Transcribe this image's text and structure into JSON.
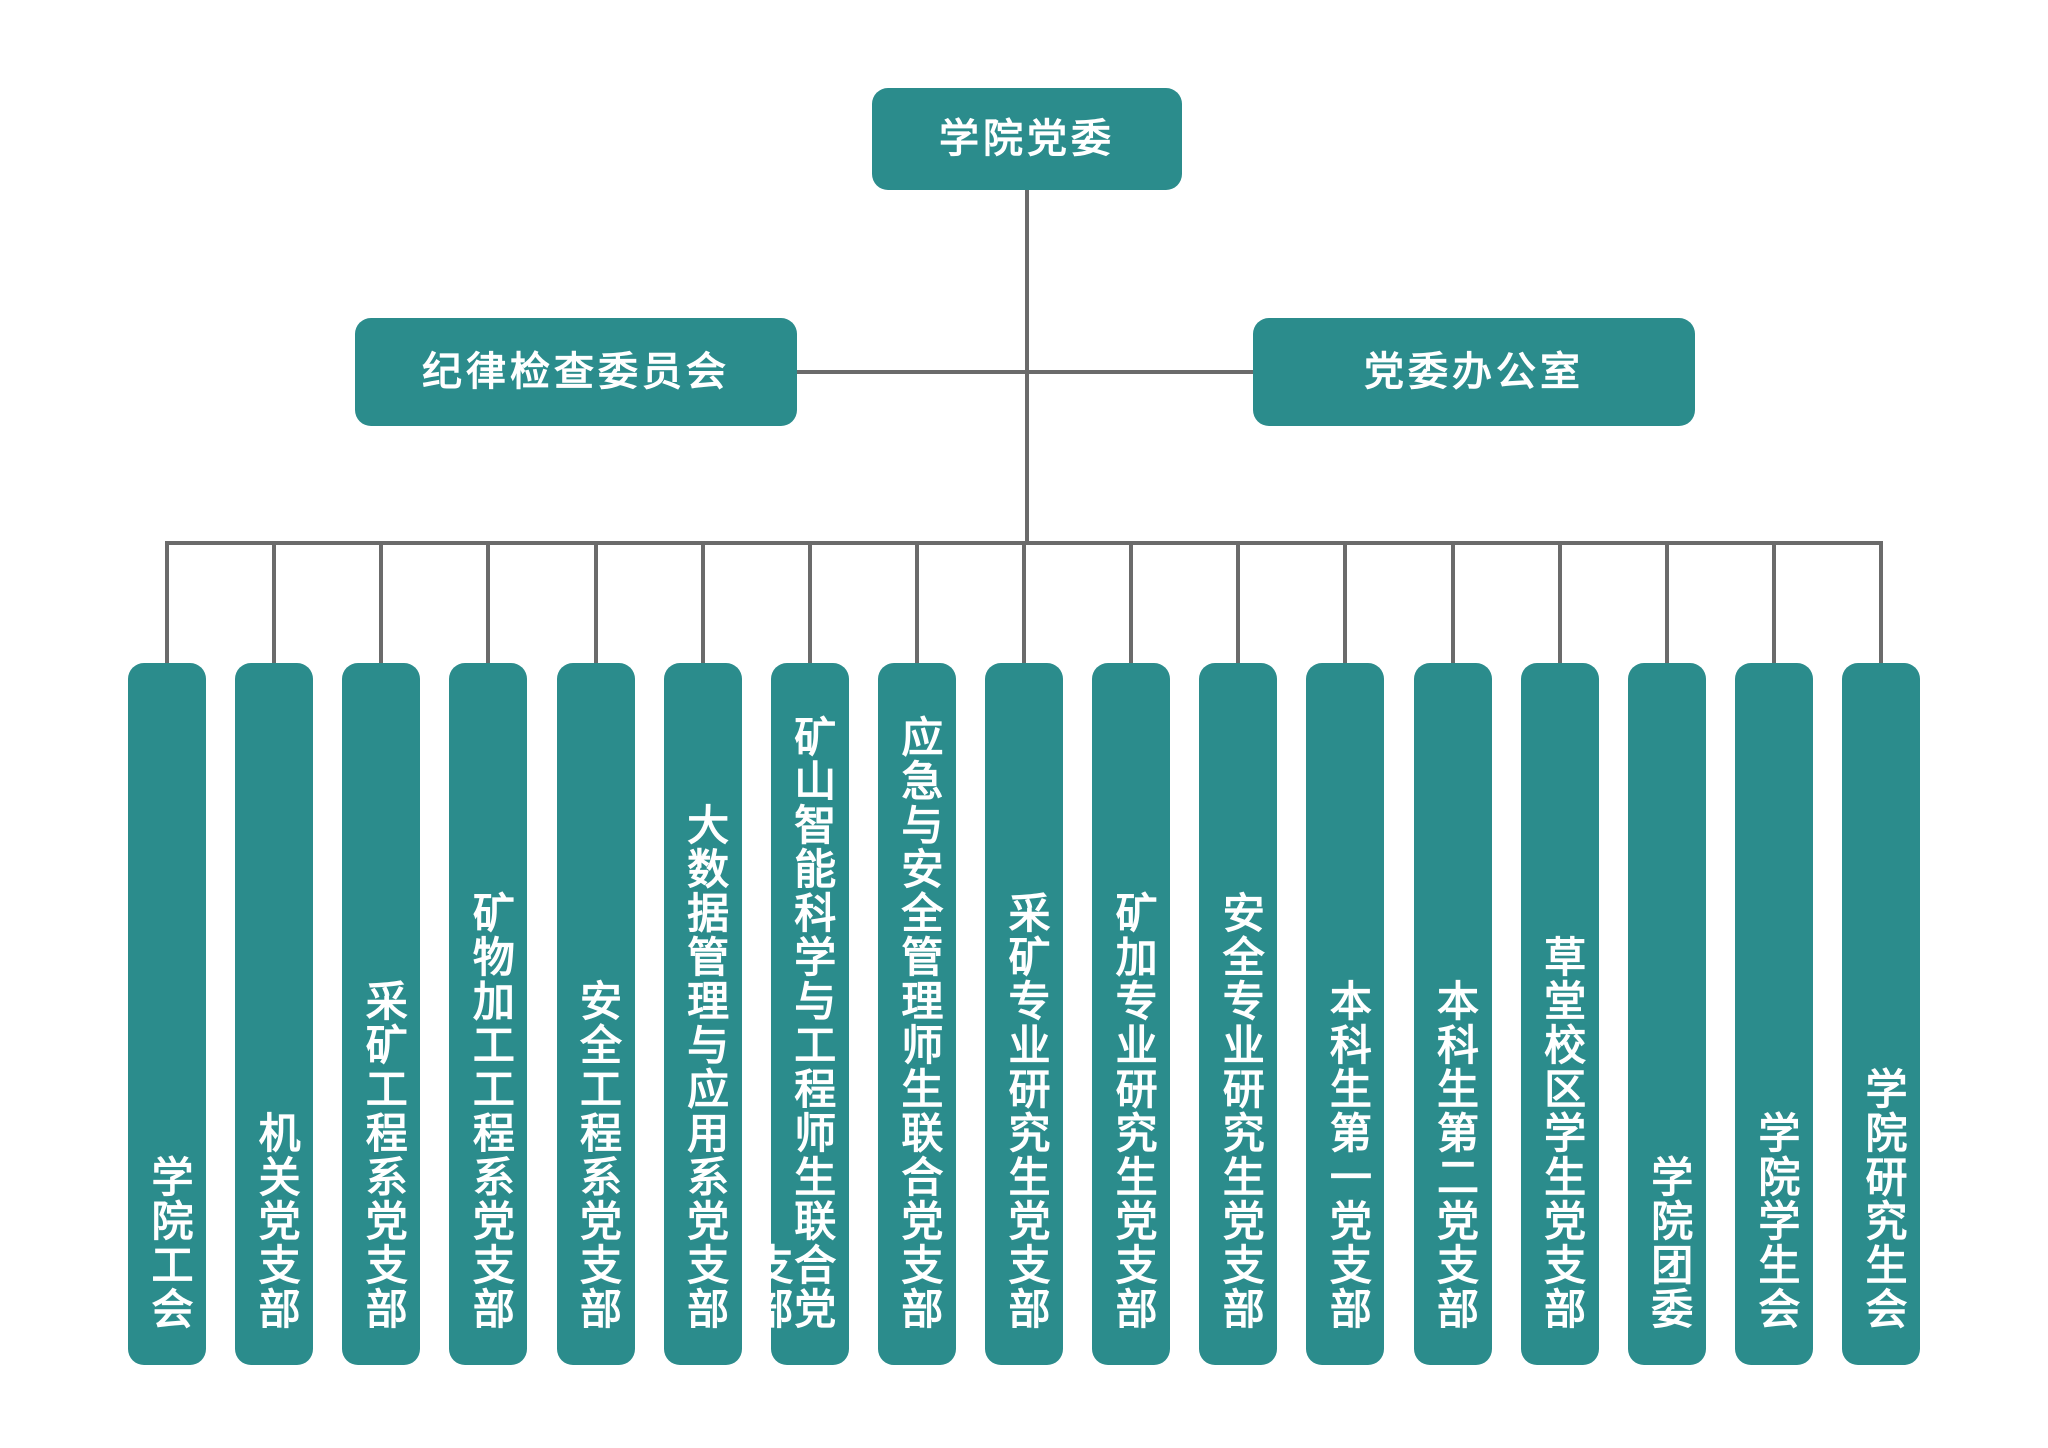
{
  "theme": {
    "box_color": "#2b8c8c",
    "line_color": "#6b6b6b",
    "text_color": "#ffffff",
    "background": "#ffffff"
  },
  "org_chart": {
    "type": "organization-hierarchy",
    "root": {
      "label": "学院党委"
    },
    "second_level": [
      {
        "label": "纪律检查委员会"
      },
      {
        "label": "党委办公室"
      }
    ],
    "leaves": [
      {
        "label": "学院工会"
      },
      {
        "label": "机关党支部"
      },
      {
        "label": "采矿工程系党支部"
      },
      {
        "label": "矿物加工工程系党支部"
      },
      {
        "label": "安全工程系党支部"
      },
      {
        "label": "大数据管理与应用系党支部"
      },
      {
        "label": "矿山智能科学与工程师生联合党支部"
      },
      {
        "label": "应急与安全管理师生联合党支部"
      },
      {
        "label": "采矿专业研究生党支部"
      },
      {
        "label": "矿加专业研究生党支部"
      },
      {
        "label": "安全专业研究生党支部"
      },
      {
        "label": "本科生第一党支部"
      },
      {
        "label": "本科生第二党支部"
      },
      {
        "label": "草堂校区学生党支部"
      },
      {
        "label": "学院团委"
      },
      {
        "label": "学院学生会"
      },
      {
        "label": "学院研究生会"
      }
    ]
  }
}
